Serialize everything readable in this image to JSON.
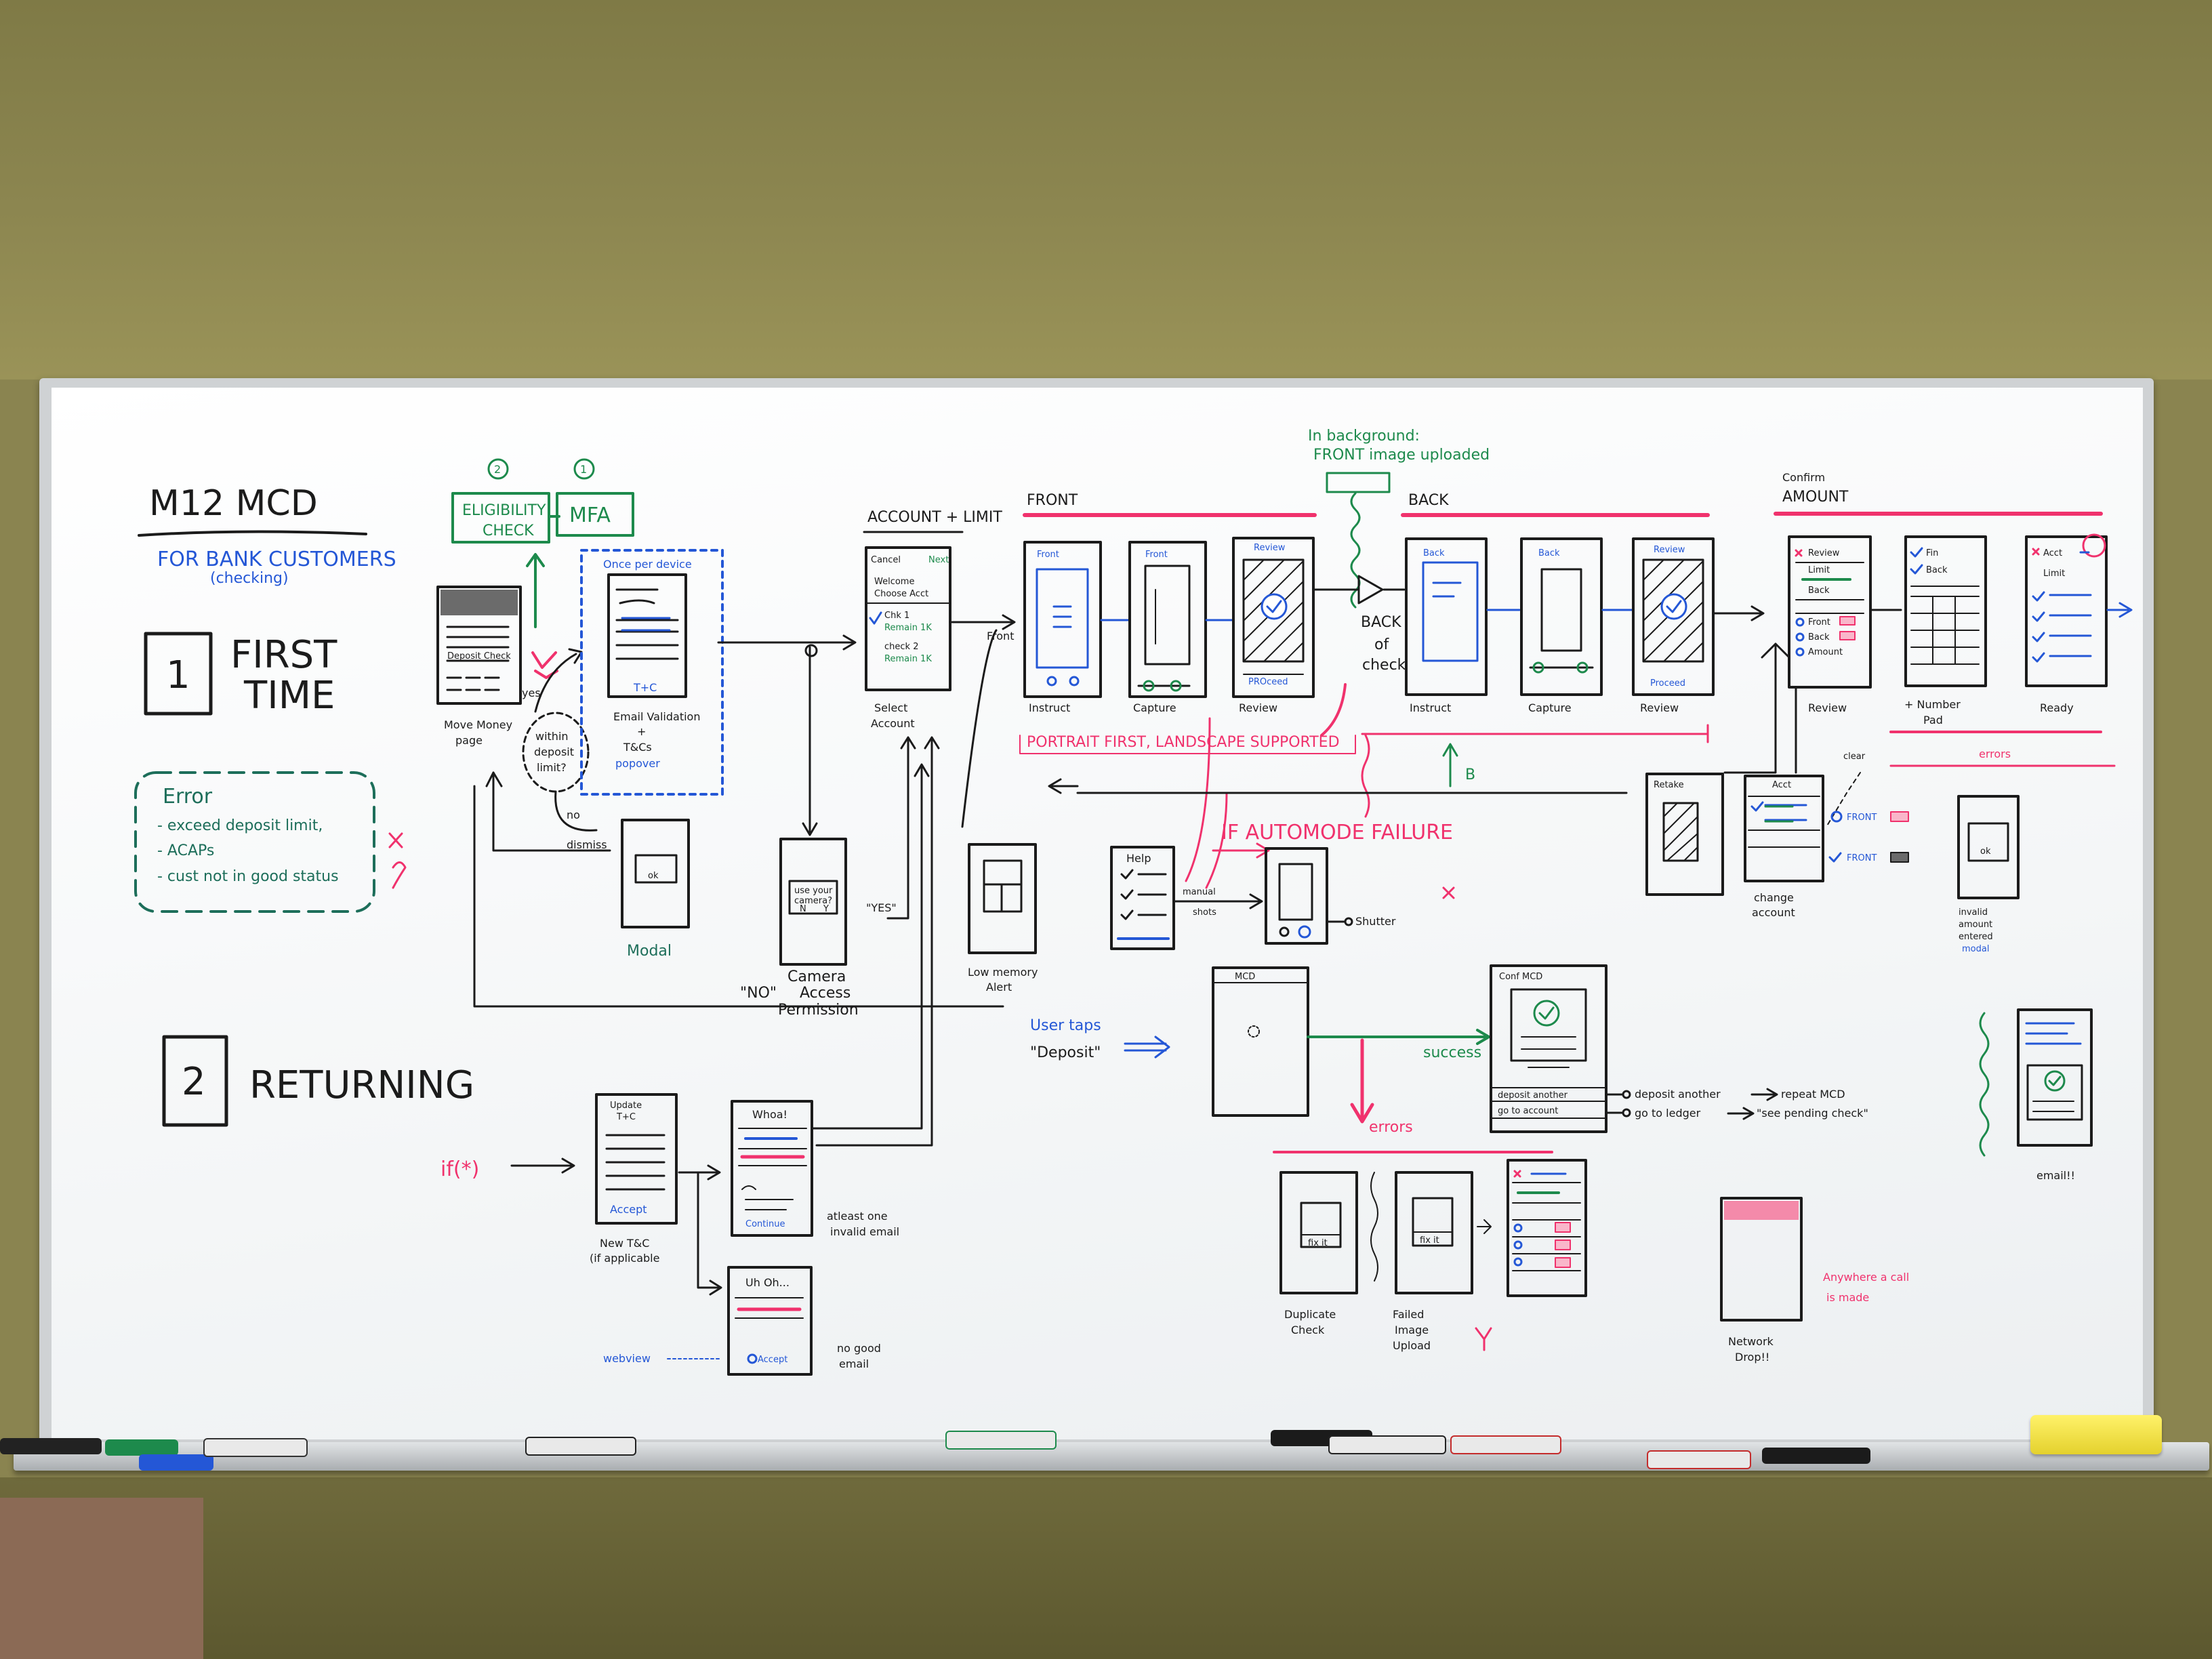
{
  "colors": {
    "black": "#1b1b1b",
    "blue": "#2457d6",
    "red": "#f0326d",
    "green": "#1d8a4c",
    "teal": "#1d6e5a"
  },
  "title": {
    "main": "M12 MCD",
    "sub": "FOR BANK CUSTOMERS",
    "sub2": "(checking)"
  },
  "sections": {
    "one_num": "1",
    "one_a": "FIRST",
    "one_b": "TIME",
    "two_num": "2",
    "two_label": "RETURNING"
  },
  "error_box": {
    "title": "Error",
    "l1": "- exceed deposit limit,",
    "l2": "- ACAPs",
    "l3": "- cust not in good status"
  },
  "top_flow": {
    "circle2": "2",
    "circle1": "1",
    "elig_a": "ELIGIBILITY",
    "elig_b": "CHECK",
    "mfa": "MFA",
    "yes": "yes",
    "no": "no",
    "dismiss": "dismiss",
    "within_a": "within",
    "within_b": "deposit",
    "within_c": "limit?"
  },
  "move_money": {
    "label_a": "Move Money",
    "label_b": "page",
    "row": "Deposit Check"
  },
  "email": {
    "top": "Once per device",
    "tc": "T+C",
    "accept": "Accept",
    "l1": "Email Validation",
    "l2": "+",
    "l3": "T&Cs",
    "l4": "popover"
  },
  "modal": {
    "ok": "ok",
    "label": "Modal"
  },
  "select_acct": {
    "header": "ACCOUNT + LIMIT",
    "cancel": "Cancel",
    "next": "Next",
    "welcome": "Welcome",
    "choose": "Choose Acct",
    "chk1": "Chk 1",
    "remain1": "Remain 1K",
    "chk2": "check 2",
    "remain2": "Remain 1K",
    "label_a": "Select",
    "label_b": "Account"
  },
  "camera": {
    "q1": "use your",
    "q2": "camera?",
    "n": "N",
    "y": "Y",
    "yes": "\"YES\"",
    "no": "\"NO\"",
    "l1": "Camera",
    "l2": "Access",
    "l3": "Permission"
  },
  "low_memory": {
    "l1": "Low memory",
    "l2": "Alert"
  },
  "front_section": {
    "header": "FRONT",
    "front": "Front",
    "s1_hdr": "Front",
    "s1_label": "Instruct",
    "s2_hdr": "Front",
    "s2_label": "Capture",
    "s3_hdr": "Review",
    "s3_btn": "PROceed",
    "s3_label": "Review"
  },
  "background": {
    "l1": "In background:",
    "l2": "FRONT image uploaded"
  },
  "back_of_check": {
    "l1": "BACK",
    "l2": "of",
    "l3": "check"
  },
  "back_section": {
    "header": "BACK",
    "s1_hdr": "Back",
    "s1_label": "Instruct",
    "s2_hdr": "Back",
    "s2_label": "Capture",
    "s3_hdr": "Review",
    "s3_btn": "Proceed",
    "s3_label": "Review"
  },
  "confirm": {
    "header_a": "Confirm",
    "header_b": "AMOUNT",
    "r1": "Review",
    "r2": "Limit",
    "r3": "Back",
    "r4": "Front",
    "r5": "Back",
    "r6": "Amount",
    "label": "Review",
    "numpad_a": "+ Number",
    "numpad_b": "Pad",
    "numpad_items": [
      "Fin",
      "Back"
    ],
    "ready": "Ready",
    "ready_items": [
      "Acct",
      "Limit"
    ]
  },
  "red_notes": {
    "portrait": "PORTRAIT FIRST, LANDSCAPE SUPPORTED",
    "automode": "IF AUTOMODE FAILURE",
    "errors_head": "errors"
  },
  "help": {
    "title": "Help",
    "manual_a": "manual",
    "manual_b": "shots",
    "shutter": "Shutter"
  },
  "retake": {
    "title": "Retake",
    "b": "B"
  },
  "change_acct": {
    "title": "Acct",
    "label_a": "change",
    "label_b": "account",
    "clear": "clear",
    "front": "FRONT",
    "front2": "FRONT"
  },
  "invalid_amount": {
    "ok": "ok",
    "l1": "invalid",
    "l2": "amount",
    "l3": "entered",
    "l4": "modal"
  },
  "user_taps": {
    "l1": "User taps",
    "l2": "\"Deposit\""
  },
  "deposit": {
    "mcd": "MCD",
    "success": "success",
    "errors": "errors",
    "conf_hdr": "Conf MCD",
    "deposit_another": "deposit another",
    "go_account": "go to account",
    "opt1": "deposit another",
    "arrow1": "repeat MCD",
    "opt2": "go to ledger",
    "arrow2": "\"see pending check\""
  },
  "error_screens": {
    "dup_a": "Duplicate",
    "dup_b": "Check",
    "fail_a": "Failed",
    "fail_b": "Image",
    "fail_c": "Upload",
    "fix": "fix it"
  },
  "network": {
    "l1": "Network",
    "l2": "Drop!!",
    "note_a": "Anywhere a call",
    "note_b": "is made"
  },
  "email_confirm": {
    "label": "email!!"
  },
  "returning": {
    "ifstar": "if(*)",
    "upd_a": "Update",
    "upd_b": "T+C",
    "accept": "Accept",
    "new_a": "New T&C",
    "new_b": "(if applicable",
    "whoa": "Whoa!",
    "continue": "Continue",
    "atleast_a": "atleast one",
    "atleast_b": "invalid email",
    "uhoh": "Uh Oh...",
    "webview": "webview",
    "no_a": "no good",
    "no_b": "email"
  }
}
